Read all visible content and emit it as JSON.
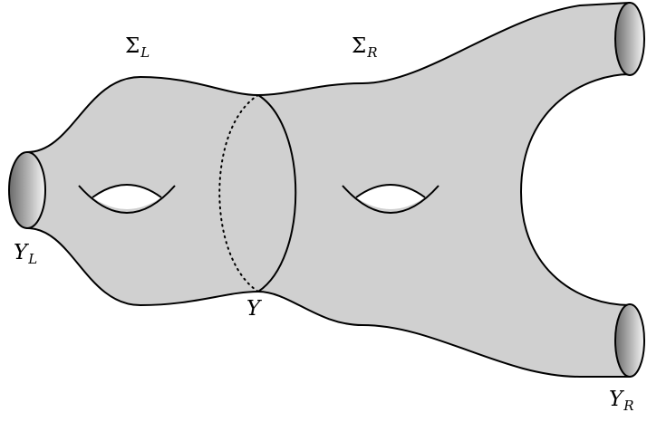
{
  "labels": {
    "sigma_l": {
      "symbol": "Σ",
      "sub": "L"
    },
    "sigma_r": {
      "symbol": "Σ",
      "sub": "R"
    },
    "y_left": {
      "symbol": "Y",
      "sub": "L"
    },
    "y_middle": {
      "symbol": "Y"
    },
    "y_right": {
      "symbol": "Y",
      "sub": "R"
    }
  },
  "colors": {
    "surface_fill": "#d0d0d0",
    "outline": "#000000",
    "boundary_dark": "#6a6a6a",
    "boundary_light": "#f5f5f5"
  }
}
